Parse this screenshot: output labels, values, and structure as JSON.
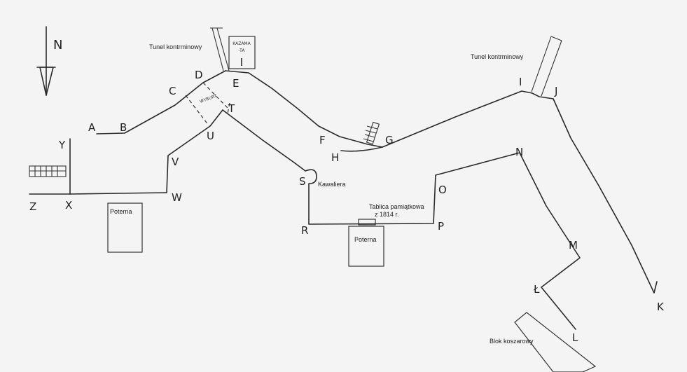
{
  "compass": {
    "letter": "N"
  },
  "labels": {
    "tunel_left": "Tunel kontrminowy",
    "tunel_right": "Tunel kontrminowy",
    "kazamata_top": "KAZAMA",
    "kazamata_mid": "-TA",
    "kazamata_num": "I",
    "wyburt": "WYBURT",
    "kawaliera": "Kawaliera",
    "tablica_line1": "Tablica pamiątkowa",
    "tablica_line2": "z 1814 r.",
    "poterna_left": "Poterna",
    "poterna_mid": "Poterna",
    "blok": "Blok koszarowy"
  },
  "points": {
    "A": "A",
    "B": "B",
    "C": "C",
    "D": "D",
    "E": "E",
    "F": "F",
    "G": "G",
    "H": "H",
    "I": "I",
    "J": "J",
    "K": "K",
    "L_lower": "L",
    "L_upper": "Ł",
    "M": "M",
    "N": "N",
    "O": "O",
    "P": "P",
    "R": "R",
    "S": "S",
    "T": "T",
    "U": "U",
    "V": "V",
    "W": "W",
    "X": "X",
    "Y": "Y",
    "Z": "Z"
  }
}
